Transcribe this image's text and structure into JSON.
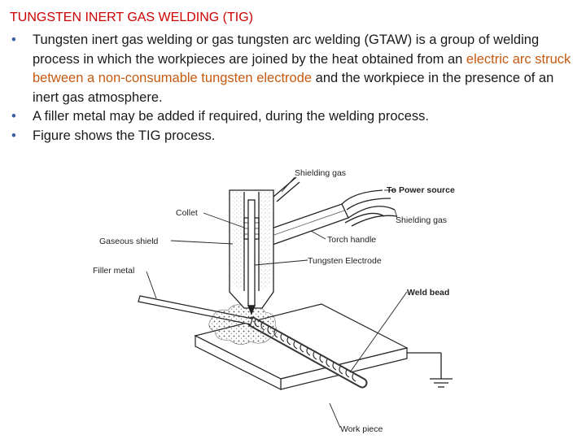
{
  "title": "TUNGSTEN INERT GAS WELDING (TIG)",
  "bullets": [
    {
      "before": "Tungsten inert gas welding or gas tungsten arc welding (GTAW) is a group of welding process in which the workpieces are joined by the heat obtained from an ",
      "highlight": "electric arc struck between a non-consumable tungsten electrode",
      "after": " and the workpiece in the presence of an inert gas atmosphere."
    },
    {
      "text": "A filler metal may be added if required, during the welding process."
    },
    {
      "text": "Figure shows the TIG process."
    }
  ],
  "figure": {
    "labels": {
      "shielding_gas_top": "Shielding gas",
      "power_source": "To Power source",
      "shielding_gas_right": "Shielding gas",
      "collet": "Collet",
      "gaseous_shield": "Gaseous shield",
      "torch_handle": "Torch handle",
      "tungsten_electrode": "Tungsten Electrode",
      "filler_metal": "Filler metal",
      "weld_bead": "Weld bead",
      "work_piece": "Work piece"
    }
  },
  "colors": {
    "title": "#cc0000",
    "bullet_marker": "#3a5ea8",
    "highlight": "#c55a11",
    "text": "#1a1a1a"
  }
}
